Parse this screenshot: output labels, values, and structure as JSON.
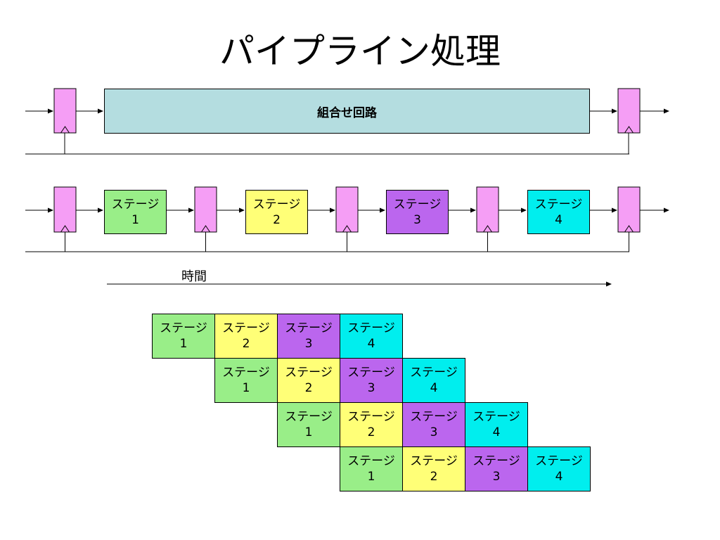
{
  "title": "パイプライン処理",
  "combinational_label": "組合せ回路",
  "time_label": "時間",
  "colors": {
    "register": "#f59ef5",
    "combinational": "#b4dde0",
    "stage1": "#99ee88",
    "stage2": "#ffff77",
    "stage3": "#bb66ee",
    "stage4": "#00eeee"
  },
  "pipeline_stages": [
    {
      "label": "ステージ",
      "num": "1"
    },
    {
      "label": "ステージ",
      "num": "2"
    },
    {
      "label": "ステージ",
      "num": "3"
    },
    {
      "label": "ステージ",
      "num": "4"
    }
  ],
  "timing_rows": [
    [
      {
        "label": "ステージ",
        "num": "1"
      },
      {
        "label": "ステージ",
        "num": "2"
      },
      {
        "label": "ステージ",
        "num": "3"
      },
      {
        "label": "ステージ",
        "num": "4"
      }
    ],
    [
      {
        "label": "ステージ",
        "num": "1"
      },
      {
        "label": "ステージ",
        "num": "2"
      },
      {
        "label": "ステージ",
        "num": "3"
      },
      {
        "label": "ステージ",
        "num": "4"
      }
    ],
    [
      {
        "label": "ステージ",
        "num": "1"
      },
      {
        "label": "ステージ",
        "num": "2"
      },
      {
        "label": "ステージ",
        "num": "3"
      },
      {
        "label": "ステージ",
        "num": "4"
      }
    ],
    [
      {
        "label": "ステージ",
        "num": "1"
      },
      {
        "label": "ステージ",
        "num": "2"
      },
      {
        "label": "ステージ",
        "num": "3"
      },
      {
        "label": "ステージ",
        "num": "4"
      }
    ]
  ]
}
